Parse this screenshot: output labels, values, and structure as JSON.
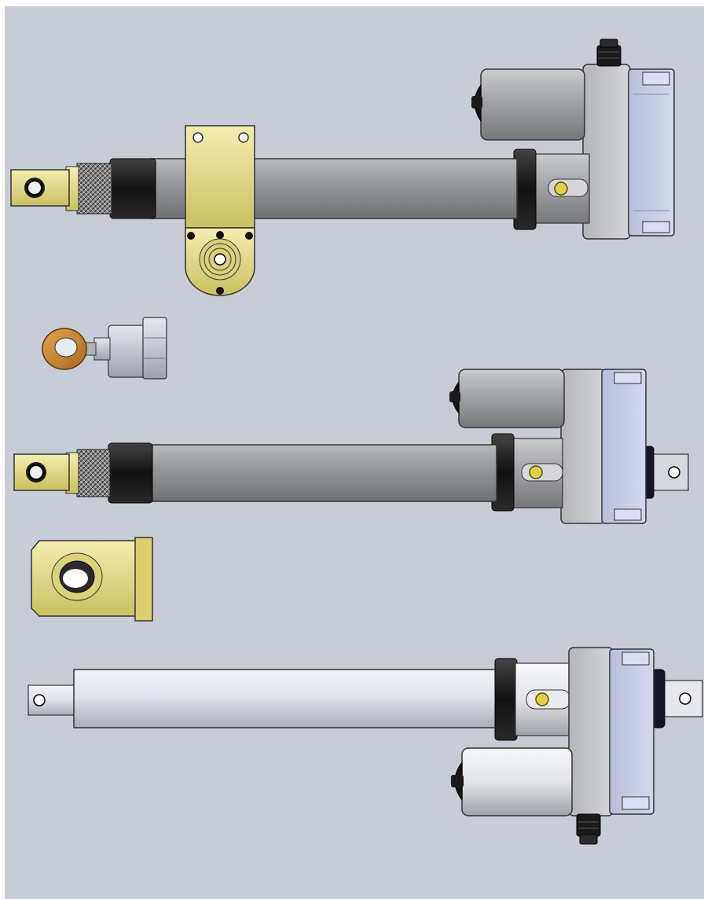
{
  "scene": {
    "background_color": "#c8ccd6",
    "colors": {
      "gray_tube": "#8c8e91",
      "silver_tube": "#d8dce6",
      "black_boot": "#1a1a1a",
      "brass_part": "#e6e08a",
      "orange_part": "#c8842e",
      "blue_cover": "#c4cce6"
    }
  },
  "components": [
    {
      "name": "actuator-with-mounting-bracket",
      "icon": "linear-actuator-icon"
    },
    {
      "name": "rod-end-eye-fitting",
      "icon": "rod-end-icon"
    },
    {
      "name": "actuator-with-rear-clevis",
      "icon": "linear-actuator-icon"
    },
    {
      "name": "clevis-block-fitting",
      "icon": "clevis-icon"
    },
    {
      "name": "actuator-extended-silver",
      "icon": "linear-actuator-icon"
    }
  ]
}
